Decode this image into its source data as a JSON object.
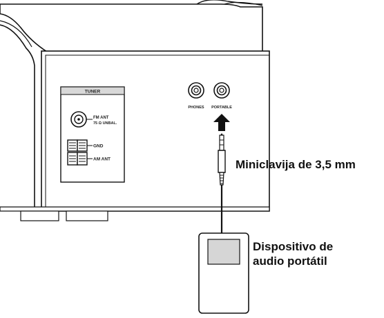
{
  "panel": {
    "tuner_title": "TUNER",
    "fm_ant_line1": "FM ANT",
    "fm_ant_line2": "75 Ω UNBAL.",
    "gnd_label": "GND",
    "am_ant_label": "AM ANT",
    "phones_label": "PHONES",
    "portable_label": "PORTABLE"
  },
  "callouts": {
    "minijack": "Miniclavija de 3,5 mm",
    "device_line1": "Dispositivo de",
    "device_line2": "audio portátil"
  }
}
